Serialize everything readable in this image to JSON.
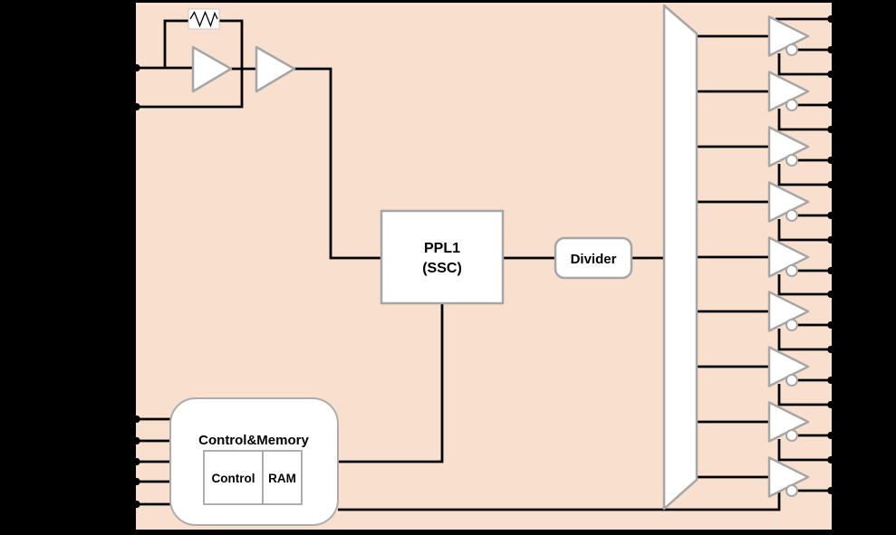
{
  "diagram": {
    "type": "clock-generator-block-diagram",
    "colors": {
      "canvas": "#000000",
      "chip_body": "#F9DFCD",
      "shape_fill": "#FFFFFF",
      "shape_stroke": "#A6A6A6",
      "wire": "#000000"
    },
    "blocks": {
      "pll": {
        "line1": "PPL1",
        "line2": "(SSC)"
      },
      "divider": {
        "label": "Divider"
      },
      "control_memory": {
        "title": "Control&Memory",
        "control": "Control",
        "ram": "RAM"
      }
    },
    "symbols": {
      "osc_inverter": "amplifier-triangle",
      "osc_buffer": "amplifier-triangle",
      "feedback_resistor": "resistor-zigzag",
      "fanout": "trapezoid-mux",
      "output_buffer": "triangle-with-inversion-bubble"
    },
    "outputs": {
      "count": 9,
      "pins_per_output": 2
    },
    "left_pins": {
      "osc_pin_count": 2,
      "control_pin_count": 5
    }
  }
}
